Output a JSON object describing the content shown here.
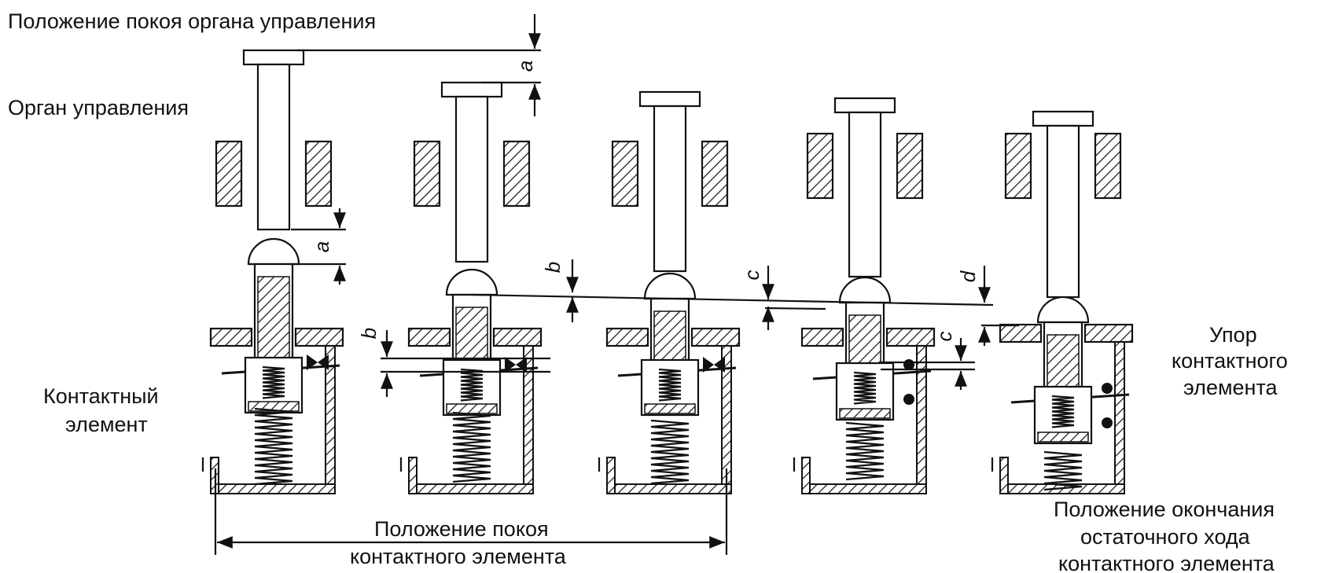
{
  "labels": {
    "rest_control": "Положение покоя органа управления",
    "control": "Орган управления",
    "contact_1": "Контактный",
    "contact_2": "элемент",
    "stop_1": "Упор",
    "stop_2": "контактного",
    "stop_3": "элемента",
    "rest_contact_1": "Положение покоя",
    "rest_contact_2": "контактного элемента",
    "end_1": "Положение окончания",
    "end_2": "остаточного хода",
    "end_3": "контактного элемента"
  },
  "dims": {
    "a": "a",
    "b": "b",
    "c": "c",
    "d": "d"
  },
  "colors": {
    "ink": "#111111",
    "background": "#ffffff"
  }
}
